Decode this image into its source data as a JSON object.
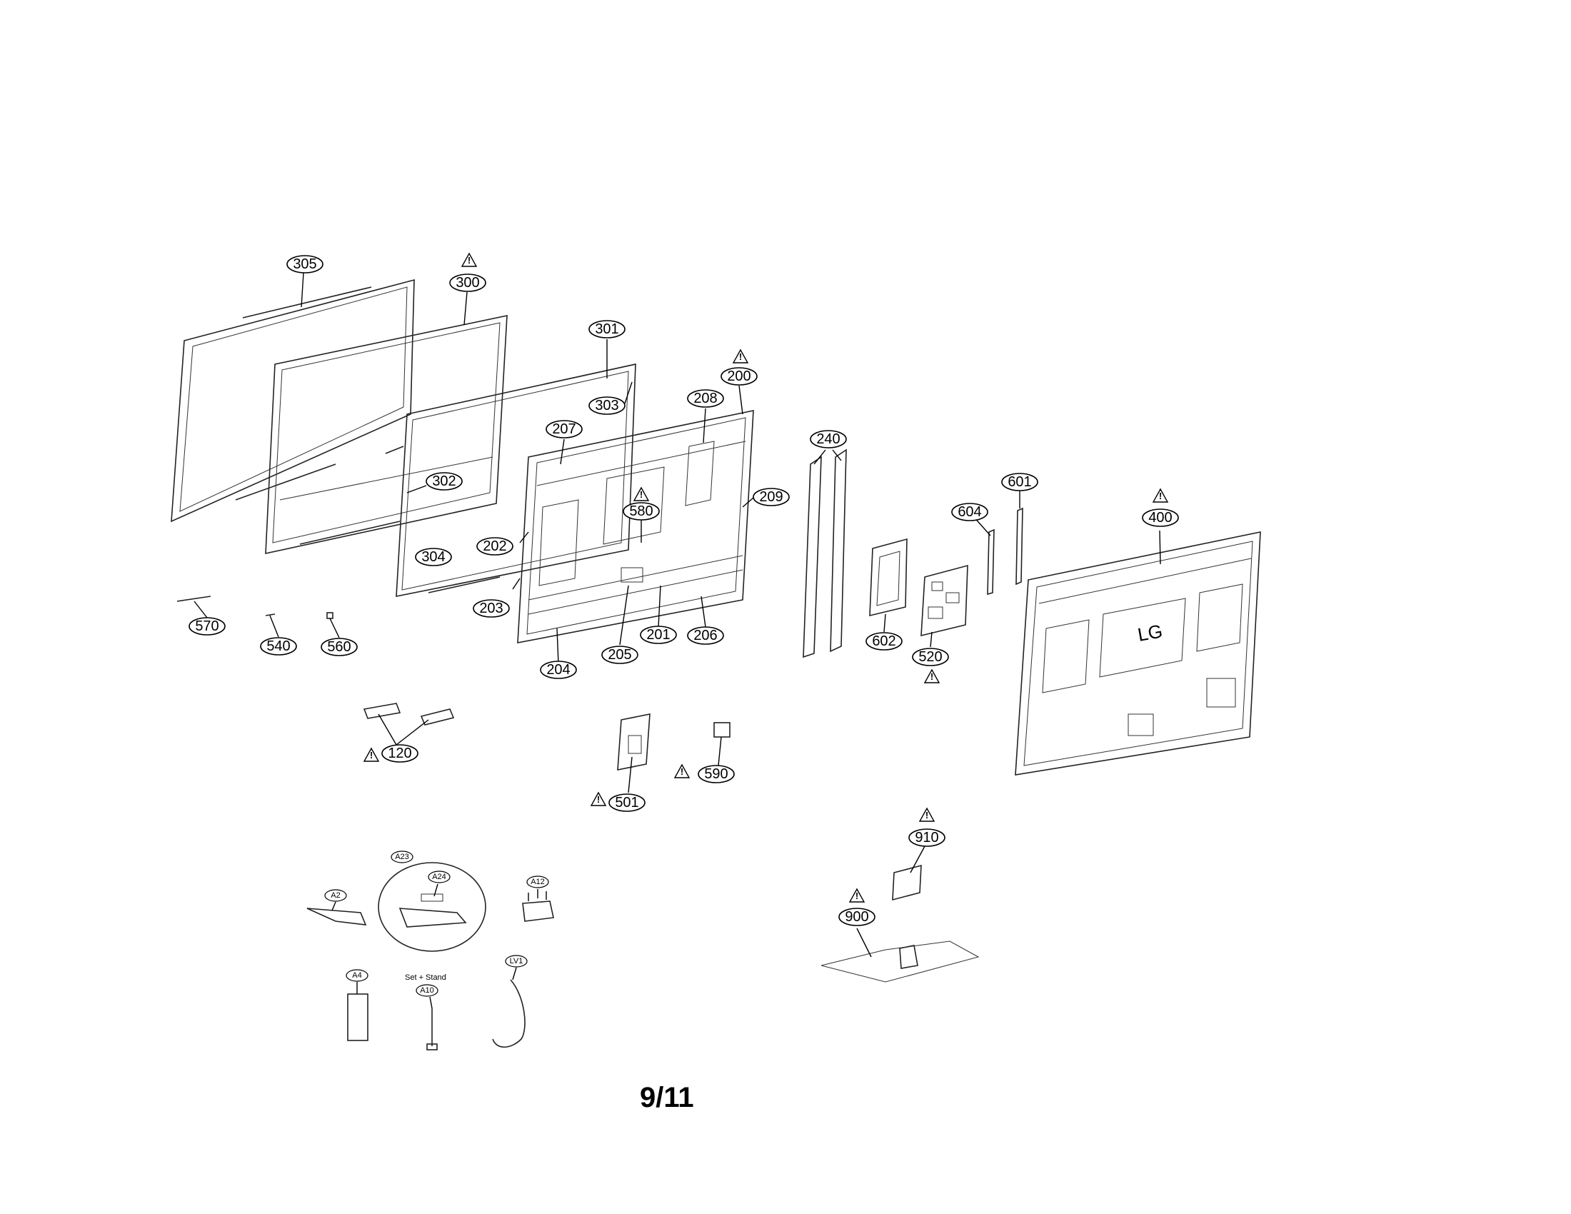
{
  "page_number": "9/11",
  "caption": "Set + Stand",
  "warning_symbol": "!",
  "labels": {
    "l305": "305",
    "l300": "300",
    "l301": "301",
    "l303": "303",
    "l302": "302",
    "l304": "304",
    "l200": "200",
    "l208": "208",
    "l207": "207",
    "l580": "580",
    "l202": "202",
    "l203": "203",
    "l209": "209",
    "l201": "201",
    "l205": "205",
    "l206": "206",
    "l204": "204",
    "l240": "240",
    "l604": "604",
    "l601": "601",
    "l602": "602",
    "l520": "520",
    "l400": "400",
    "l570": "570",
    "l540": "540",
    "l560": "560",
    "l120": "120",
    "l501": "501",
    "l590": "590",
    "l910": "910",
    "l900": "900",
    "lA23": "A23",
    "lA24": "A24",
    "lA2": "A2",
    "lA12": "A12",
    "lA4": "A4",
    "lA10": "A10",
    "lLV1": "LV1"
  },
  "logo_text": "LG"
}
